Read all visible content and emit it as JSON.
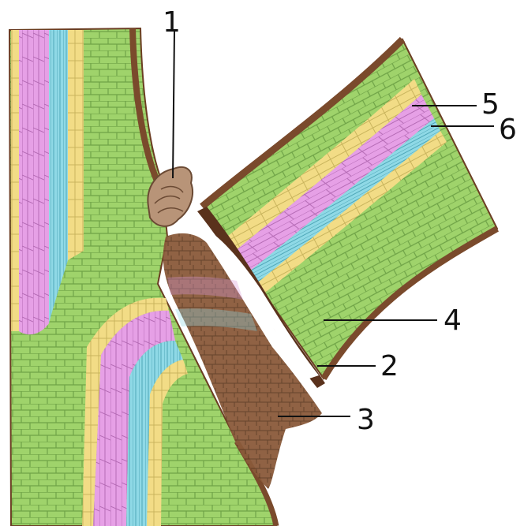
{
  "diagram": {
    "labels": [
      {
        "id": "1",
        "text": "1"
      },
      {
        "id": "2",
        "text": "2"
      },
      {
        "id": "3",
        "text": "3"
      },
      {
        "id": "4",
        "text": "4"
      },
      {
        "id": "5",
        "text": "5"
      },
      {
        "id": "6",
        "text": "6"
      }
    ],
    "colors": {
      "parenchyma": "#9fd36b",
      "yellow_layer": "#f2dc86",
      "pink_layer": "#e6a0e6",
      "blue_layer": "#8fd9e6",
      "brown_tissue": "#8a5a3a",
      "bud": "#b89478"
    }
  }
}
